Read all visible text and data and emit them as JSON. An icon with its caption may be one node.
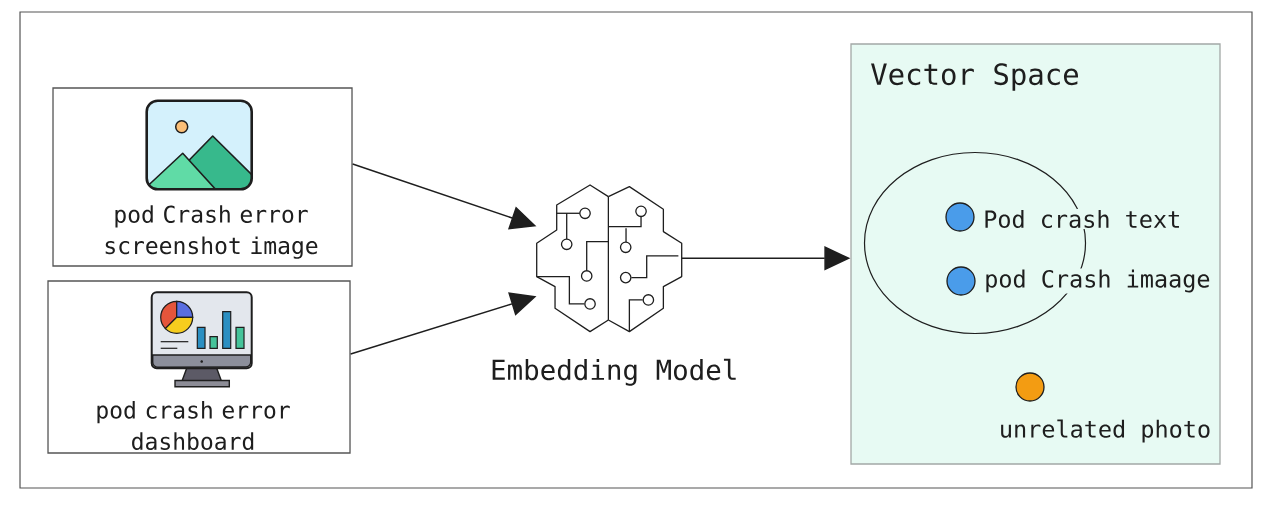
{
  "diagram": {
    "nodes": [
      {
        "text": [
          "pod Crash error screenshot image"
        ]
      },
      {
        "text": [
          "pod crash error dashboard"
        ]
      },
      {
        "text": [],
        "shape": "picture",
        "beside": [
          "Embedding Model"
        ]
      },
      {
        "text": [
          "Vector Space"
        ]
      },
      {
        "text": [],
        "shape": "ellipse",
        "in": 3
      },
      {
        "text": [],
        "shape": "circle",
        "in": 4,
        "beside": [
          "Pod crash text"
        ]
      },
      {
        "text": [],
        "shape": "circle",
        "in": 4,
        "beside": [
          "pod Crash imaage"
        ]
      },
      {
        "text": [],
        "shape": "circle",
        "in": 3,
        "beside": [
          "unrelated photo"
        ]
      }
    ],
    "edges": [
      {
        "from": 0,
        "to": 2,
        "arrow": "to"
      },
      {
        "from": 1,
        "to": 2,
        "arrow": "to"
      },
      {
        "from": 2,
        "to": 3,
        "arrow": "to"
      }
    ]
  }
}
